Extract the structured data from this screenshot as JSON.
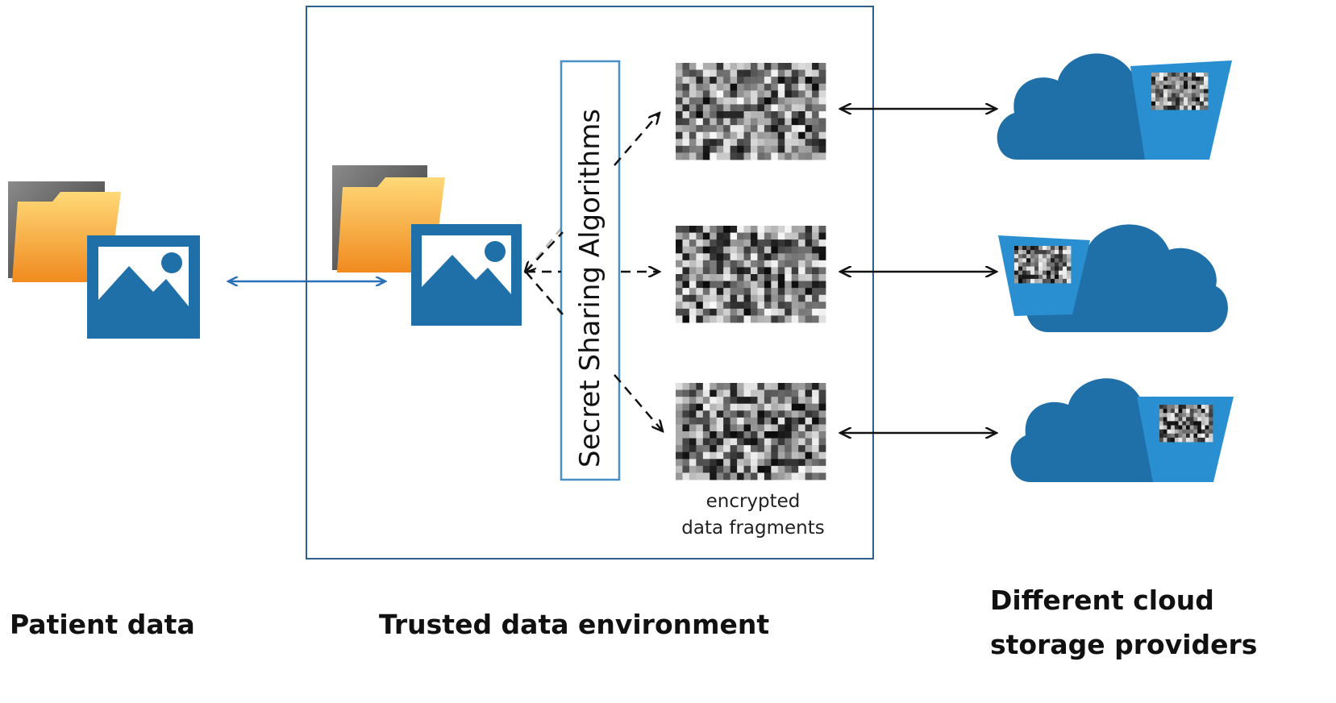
{
  "labels": {
    "patient_data": "Patient data",
    "trusted_env": "Trusted data environment",
    "cloud_providers_line1": "Different cloud",
    "cloud_providers_line2": "storage providers",
    "algorithm": "Secret Sharing Algorithms",
    "fragments_line1": "encrypted",
    "fragments_line2": "data fragments"
  },
  "icons": {
    "folder": "folder-icon",
    "image": "image-icon",
    "fragment": "noise-fragment-icon",
    "cloud": "cloud-storage-icon"
  },
  "colors": {
    "env_border": "#2e5f8f",
    "algo_border": "#4a90c8",
    "cloud": "#1f6fa8",
    "bucket": "#2a8fd0",
    "image_icon": "#1f6fa8",
    "bidirectional_arrow": "#2a6fb8",
    "folder_front": "#f6a63a",
    "folder_back": "#555555"
  }
}
